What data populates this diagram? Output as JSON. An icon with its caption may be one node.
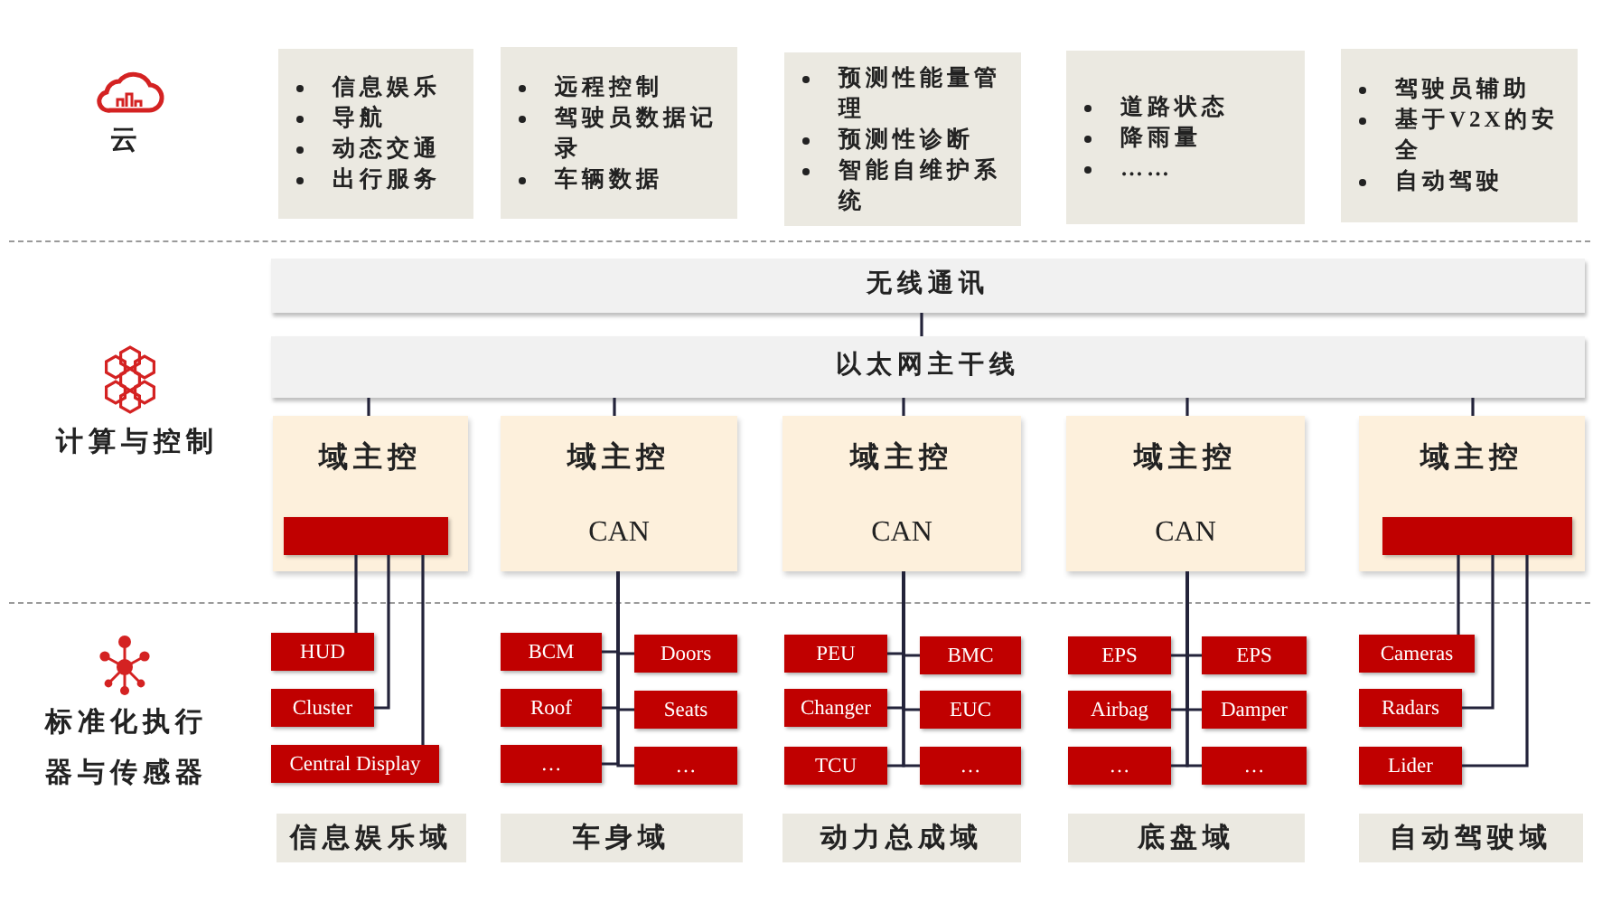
{
  "diagram": {
    "nodes": [
      {
        "text": [
          "信息娱乐",
          "导航",
          "动态交通",
          "出行服务"
        ]
      },
      {
        "text": [
          "远程控制",
          "驾驶员数据记录",
          "车辆数据"
        ]
      },
      {
        "text": [
          "预测性能量管理",
          "预测性诊断",
          "智能自维护系统"
        ]
      },
      {
        "text": [
          "道路状态",
          "降雨量",
          "……"
        ]
      },
      {
        "text": [
          "驾驶员辅助",
          "基于V2X的安全",
          "自动驾驶"
        ]
      },
      {
        "text": [
          "无线通讯"
        ]
      },
      {
        "text": [
          "以太网主干线"
        ]
      },
      {
        "text": [
          "域主控"
        ]
      },
      {
        "text": [],
        "shape": "bar",
        "in": 7
      },
      {
        "text": [
          "域主控",
          "CAN"
        ]
      },
      {
        "text": [
          "域主控",
          "CAN"
        ]
      },
      {
        "text": [
          "域主控",
          "CAN"
        ]
      },
      {
        "text": [
          "域主控"
        ]
      },
      {
        "text": [],
        "shape": "bar",
        "in": 12
      },
      {
        "text": [
          "HUD"
        ]
      },
      {
        "text": [
          "Cluster"
        ]
      },
      {
        "text": [
          "Central Display"
        ]
      },
      {
        "text": [
          "BCM"
        ]
      },
      {
        "text": [
          "Doors"
        ]
      },
      {
        "text": [
          "Roof"
        ]
      },
      {
        "text": [
          "Seats"
        ]
      },
      {
        "text": [
          "…"
        ]
      },
      {
        "text": [
          "…"
        ]
      },
      {
        "text": [
          "PEU"
        ]
      },
      {
        "text": [
          "BMC"
        ]
      },
      {
        "text": [
          "Changer"
        ]
      },
      {
        "text": [
          "EUC"
        ]
      },
      {
        "text": [
          "TCU"
        ]
      },
      {
        "text": [
          "…"
        ]
      },
      {
        "text": [
          "EPS"
        ]
      },
      {
        "text": [
          "EPS"
        ]
      },
      {
        "text": [
          "Airbag"
        ]
      },
      {
        "text": [
          "Damper"
        ]
      },
      {
        "text": [
          "…"
        ]
      },
      {
        "text": [
          "…"
        ]
      },
      {
        "text": [
          "Cameras"
        ]
      },
      {
        "text": [
          "Radars"
        ]
      },
      {
        "text": [
          "Lider"
        ]
      },
      {
        "text": [
          "信息娱乐域"
        ]
      },
      {
        "text": [
          "车身域"
        ]
      },
      {
        "text": [
          "动力总成域"
        ]
      },
      {
        "text": [
          "底盘域"
        ]
      },
      {
        "text": [
          "自动驾驶域"
        ]
      }
    ],
    "edges": [
      {
        "from": 5,
        "to": 6,
        "arrow": "none"
      },
      {
        "from": 6,
        "to": 7,
        "arrow": "none"
      },
      {
        "from": 6,
        "to": 9,
        "arrow": "none"
      },
      {
        "from": 6,
        "to": 10,
        "arrow": "none"
      },
      {
        "from": 6,
        "to": 11,
        "arrow": "none"
      },
      {
        "from": 6,
        "to": 12,
        "arrow": "none"
      },
      {
        "from": 8,
        "to": 14,
        "arrow": "none"
      },
      {
        "from": 8,
        "to": 15,
        "arrow": "none"
      },
      {
        "from": 8,
        "to": 16,
        "arrow": "none"
      },
      {
        "from": 9,
        "to": 17,
        "arrow": "none"
      },
      {
        "from": 9,
        "to": 18,
        "arrow": "none"
      },
      {
        "from": 9,
        "to": 19,
        "arrow": "none"
      },
      {
        "from": 9,
        "to": 20,
        "arrow": "none"
      },
      {
        "from": 9,
        "to": 21,
        "arrow": "none"
      },
      {
        "from": 9,
        "to": 22,
        "arrow": "none"
      },
      {
        "from": 10,
        "to": 23,
        "arrow": "none"
      },
      {
        "from": 10,
        "to": 24,
        "arrow": "none"
      },
      {
        "from": 10,
        "to": 25,
        "arrow": "none"
      },
      {
        "from": 10,
        "to": 26,
        "arrow": "none"
      },
      {
        "from": 10,
        "to": 27,
        "arrow": "none"
      },
      {
        "from": 10,
        "to": 28,
        "arrow": "none"
      },
      {
        "from": 11,
        "to": 29,
        "arrow": "none"
      },
      {
        "from": 11,
        "to": 30,
        "arrow": "none"
      },
      {
        "from": 11,
        "to": 31,
        "arrow": "none"
      },
      {
        "from": 11,
        "to": 32,
        "arrow": "none"
      },
      {
        "from": 11,
        "to": 33,
        "arrow": "none"
      },
      {
        "from": 11,
        "to": 34,
        "arrow": "none"
      },
      {
        "from": 13,
        "to": 35,
        "arrow": "none"
      },
      {
        "from": 13,
        "to": 36,
        "arrow": "none"
      },
      {
        "from": 13,
        "to": 37,
        "arrow": "none"
      }
    ],
    "labels": [
      "云",
      "计算与控制",
      "标准化执行器与传感器"
    ]
  }
}
